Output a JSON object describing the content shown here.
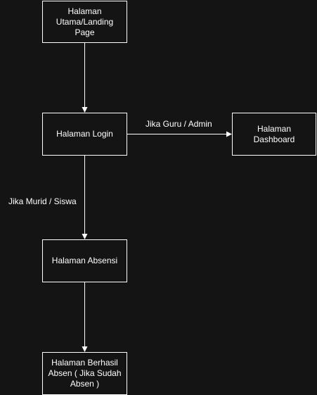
{
  "diagram": {
    "nodes": {
      "landing": "Halaman Utama/Landing Page",
      "login": "Halaman Login",
      "dashboard": "Halaman Dashboard",
      "absensi": "Halaman Absensi",
      "berhasil": "Halaman Berhasil Absen ( Jika Sudah Absen )"
    },
    "edges": [
      {
        "from": "landing",
        "to": "login",
        "label": ""
      },
      {
        "from": "login",
        "to": "dashboard",
        "label": "Jika Guru / Admin"
      },
      {
        "from": "login",
        "to": "absensi",
        "label": "Jika Murid / Siswa"
      },
      {
        "from": "absensi",
        "to": "berhasil",
        "label": ""
      }
    ],
    "colors": {
      "background": "#141414",
      "stroke": "#ffffff",
      "text": "#ffffff"
    }
  }
}
